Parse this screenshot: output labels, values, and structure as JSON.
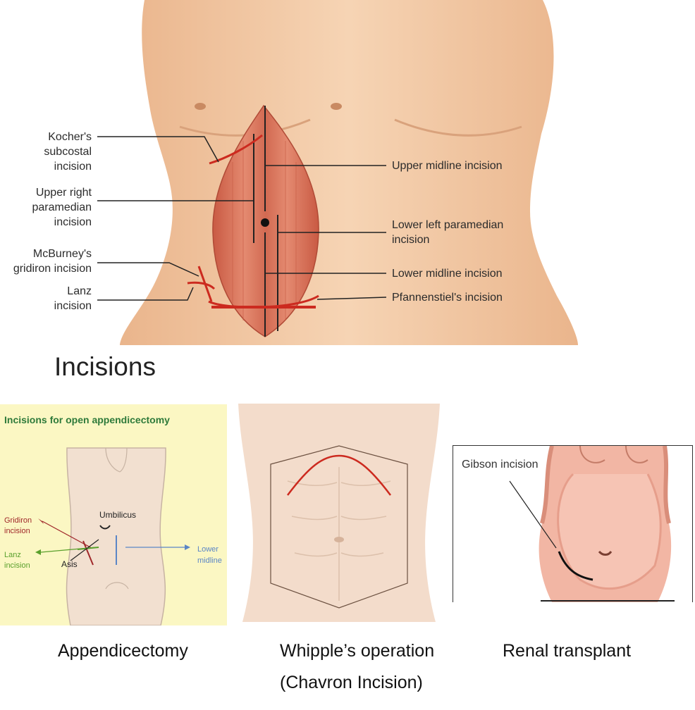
{
  "main_diagram": {
    "labels": {
      "kocher": [
        "Kocher's",
        "subcostal",
        "incision"
      ],
      "upper_right_paramedian": [
        "Upper right",
        "paramedian",
        "incision"
      ],
      "mcburney": [
        "McBurney's",
        "gridiron incision"
      ],
      "lanz": [
        "Lanz",
        "incision"
      ],
      "upper_midline": "Upper midline incision",
      "lower_left_paramedian": [
        "Lower left paramedian",
        "incision"
      ],
      "lower_midline": "Lower midline incision",
      "pfannenstiel": "Pfannenstiel's incision"
    },
    "colors": {
      "skin": "#f3c9a3",
      "muscle": "#d9735a",
      "incision": "#cc2a1f",
      "leader": "#222222"
    }
  },
  "heading": "Incisions",
  "appendicectomy_panel": {
    "title": "Incisions for open appendicectomy",
    "umbilicus": "Umbilicus",
    "asis": "Asis",
    "gridiron": [
      "Gridiron",
      "incision"
    ],
    "lanz": [
      "Lanz",
      "incision"
    ],
    "lower_midline": [
      "Lower",
      "midline"
    ],
    "colors": {
      "background": "#fbf7c3",
      "title": "#2e7a3a",
      "gridiron": "#a0282a",
      "lanz": "#5aa02c",
      "midline": "#5b86c6"
    }
  },
  "gibson_panel": {
    "label": "Gibson incision"
  },
  "captions": {
    "appendicectomy": "Appendicectomy",
    "whipple": "Whipple’s operation",
    "whipple_sub": "(Chavron Incision)",
    "renal": "Renal transplant"
  }
}
